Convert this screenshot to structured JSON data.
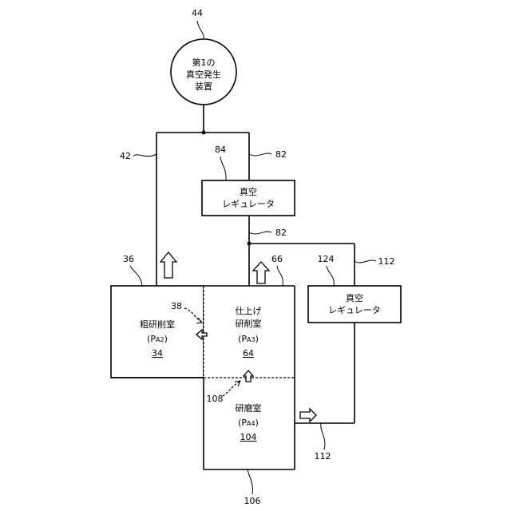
{
  "generator": {
    "label_lines": [
      "第1の",
      "真空発生",
      "装置"
    ],
    "ref": "44"
  },
  "regulator_top": {
    "label_lines": [
      "真空",
      "レギュレータ"
    ],
    "ref": "84"
  },
  "regulator_right": {
    "label_lines": [
      "真空",
      "レギュレータ"
    ],
    "ref": "124"
  },
  "rough_chamber": {
    "label": "粗研削室",
    "pressure_main": "(P",
    "pressure_sub": "A2",
    "pressure_close": ")",
    "number": "34",
    "ref": "36"
  },
  "finish_chamber": {
    "label_lines": [
      "仕上げ",
      "研削室"
    ],
    "pressure_main": "(P",
    "pressure_sub": "A3",
    "pressure_close": ")",
    "number": "64",
    "ref": "66"
  },
  "polish_chamber": {
    "label": "研磨室",
    "pressure_main": "(P",
    "pressure_sub": "A4",
    "pressure_close": ")",
    "number": "104",
    "ref": "106"
  },
  "refs": {
    "pipe_left": "42",
    "pipe_top_right": "82",
    "pipe_mid": "82",
    "pipe_right_top": "112",
    "pipe_right_bottom": "112",
    "partition_vertical": "38",
    "partition_horizontal": "108"
  }
}
